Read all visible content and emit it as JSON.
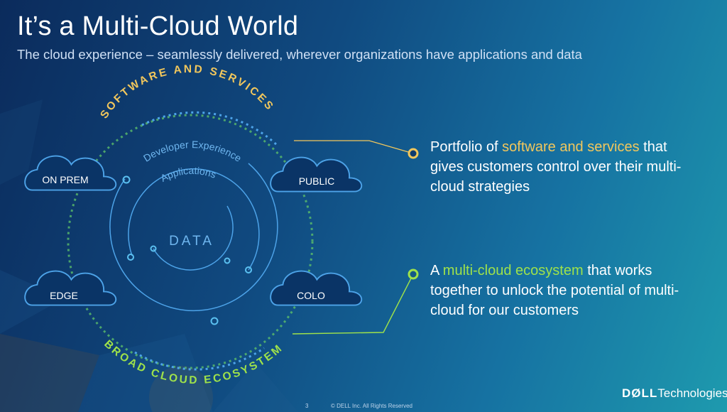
{
  "slide": {
    "title": "It’s a Multi-Cloud World",
    "subtitle": "The cloud experience – seamlessly delivered, wherever organizations have applications and data"
  },
  "diagram": {
    "top_arc_text": "SOFTWARE AND SERVICES",
    "bottom_arc_text": "BROAD CLOUD ECOSYSTEM",
    "ring_labels": {
      "developer_experience": "Developer Experience",
      "applications": "Applications",
      "data": "DATA"
    },
    "clouds": {
      "on_prem": "ON PREM",
      "public": "PUBLIC",
      "edge": "EDGE",
      "colo": "COLO"
    }
  },
  "callouts": {
    "software": {
      "pre": "Portfolio of ",
      "highlight": "software and services",
      "post": " that gives customers control over their multi-cloud strategies"
    },
    "ecosystem": {
      "pre": "A ",
      "highlight": "multi-cloud ecosystem",
      "post": " that works together to unlock the potential of multi-cloud for our customers"
    }
  },
  "footer": {
    "page_number": "3",
    "copyright": "© DELL Inc. All Rights Reserved"
  },
  "logo": {
    "brand": "DØLL",
    "product": "Technologies"
  },
  "colors": {
    "accent_yellow": "#f2c75c",
    "accent_green": "#9fe24a",
    "ring_blue": "#4da3e8",
    "cloud_fill": "#0a3466"
  }
}
